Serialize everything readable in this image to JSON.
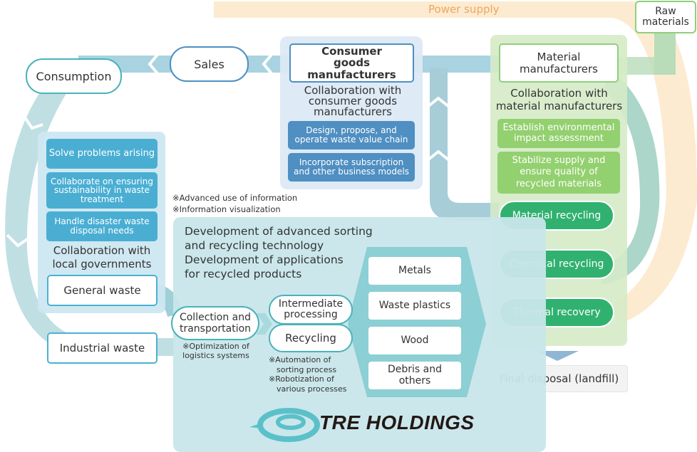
{
  "header": {
    "power_supply": "Power supply",
    "raw_materials": "Raw\nmaterials"
  },
  "flow": {
    "consumption": "Consumption",
    "sales": "Sales"
  },
  "consumer_goods": {
    "title": "Consumer goods manufacturers",
    "collab": "Collaboration with consumer goods manufacturers",
    "items": [
      "Design, propose, and operate waste value chain",
      "Incorporate subscription and other business models"
    ]
  },
  "material": {
    "title": "Material manufacturers",
    "collab": "Collaboration with material manufacturers",
    "items": [
      "Establish environmental impact assessment",
      "Stabilize supply and ensure quality of recycled materials"
    ],
    "recycling": [
      "Material recycling",
      "Chemical recycling",
      "Thermal recovery"
    ],
    "final_disposal": "Final disposal (landfill)"
  },
  "local_gov": {
    "items": [
      "Solve problems arising",
      "Collaborate on ensuring sustainability in waste treatment",
      "Handle disaster waste disposal needs"
    ],
    "collab": "Collaboration with local governments",
    "general_waste": "General waste",
    "industrial_waste": "Industrial waste"
  },
  "tre": {
    "notes": [
      "※Advanced use of information",
      "※Information visualization"
    ],
    "development": [
      "Development of advanced sorting",
      "and recycling technology",
      "Development of applications",
      "for recycled products"
    ],
    "collection": "Collection and transportation",
    "collection_note": [
      "※Optimization of",
      "logistics systems"
    ],
    "intermediate": "Intermediate processing",
    "recycling": "Recycling",
    "process_notes": [
      "※Automation of",
      "sorting process",
      "※Robotization of",
      "various processes"
    ],
    "materials": [
      "Metals",
      "Waste plastics",
      "Wood",
      "Debris and others"
    ],
    "logo_text": "TRE HOLDINGS"
  },
  "colors": {
    "blue_arrow": "#a9d3e0",
    "teal_arc": "#bfdfe3",
    "orange_arc": "#f9e1b9",
    "green_arc": "#9ccfb4",
    "consumer_panel": "#dce9f4",
    "consumer_item": "#4f8fc2",
    "material_panel": "#d5ebc8",
    "material_item": "#93d06f",
    "recycling_pill": "#31b170",
    "localgov_panel": "#cde7f1",
    "localgov_item": "#4aaed3",
    "tre_panel": "#c8e6ea",
    "hexagon": "#8ccfd4",
    "logo": "#5bc0c9",
    "power_text": "#f0a55e"
  }
}
